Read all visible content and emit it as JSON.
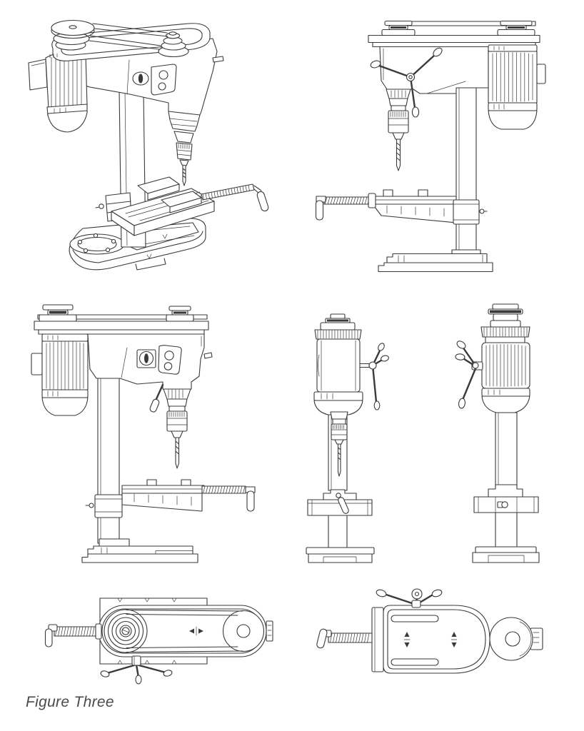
{
  "page": {
    "background_color": "#ffffff",
    "line_color": "#3a3a3a",
    "caption_color": "#4a4a4a"
  },
  "figure": {
    "caption": "Figure Three",
    "subject": "drill-press",
    "views": [
      {
        "name": "perspective-view"
      },
      {
        "name": "right-side-view"
      },
      {
        "name": "left-side-view"
      },
      {
        "name": "front-view"
      },
      {
        "name": "rear-view"
      },
      {
        "name": "top-view"
      },
      {
        "name": "bottom-view"
      }
    ]
  }
}
